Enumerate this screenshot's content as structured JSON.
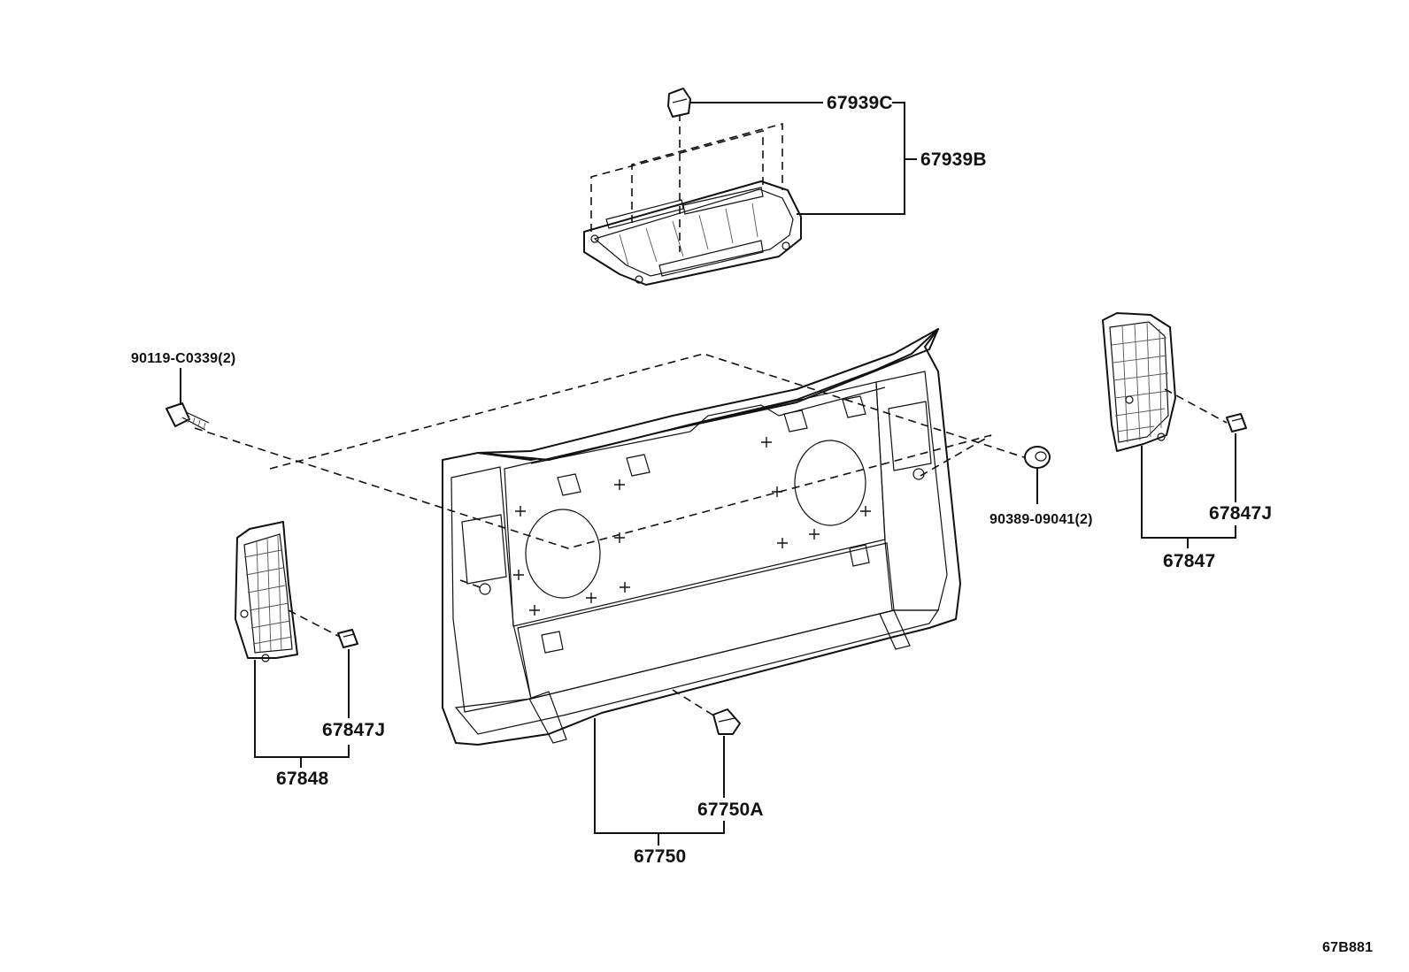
{
  "diagram": {
    "code": "67B881",
    "labels": {
      "clip_top": "67939C",
      "lamp_cover": "67939B",
      "screw": "90119-C0339(2)",
      "grommet": "90389-09041(2)",
      "clip_right": "67847J",
      "cover_right": "67847",
      "clip_left": "67847J",
      "cover_left": "67848",
      "clip_bottom": "67750A",
      "back_door_board": "67750"
    }
  }
}
